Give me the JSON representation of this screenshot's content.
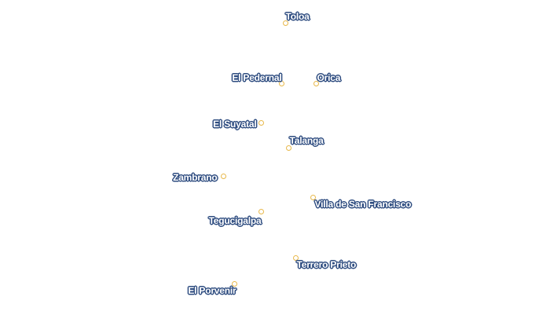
{
  "map": {
    "marker_color": "#e8b84a",
    "label_color": "#ffffff",
    "label_outline": "#2f4d80",
    "places": [
      {
        "id": "toloa",
        "name": "Toloa"
      },
      {
        "id": "el-pedernal",
        "name": "El Pedernal"
      },
      {
        "id": "orica",
        "name": "Orica"
      },
      {
        "id": "el-suyatal",
        "name": "El Suyatal"
      },
      {
        "id": "talanga",
        "name": "Talanga"
      },
      {
        "id": "zambrano",
        "name": "Zambrano"
      },
      {
        "id": "villa-de-san-francisco",
        "name": "Villa de San Francisco"
      },
      {
        "id": "tegucigalpa",
        "name": "Tegucigalpa"
      },
      {
        "id": "terrero-prieto",
        "name": "Terrero Prieto"
      },
      {
        "id": "el-porvenir",
        "name": "El Porvenir"
      }
    ]
  }
}
